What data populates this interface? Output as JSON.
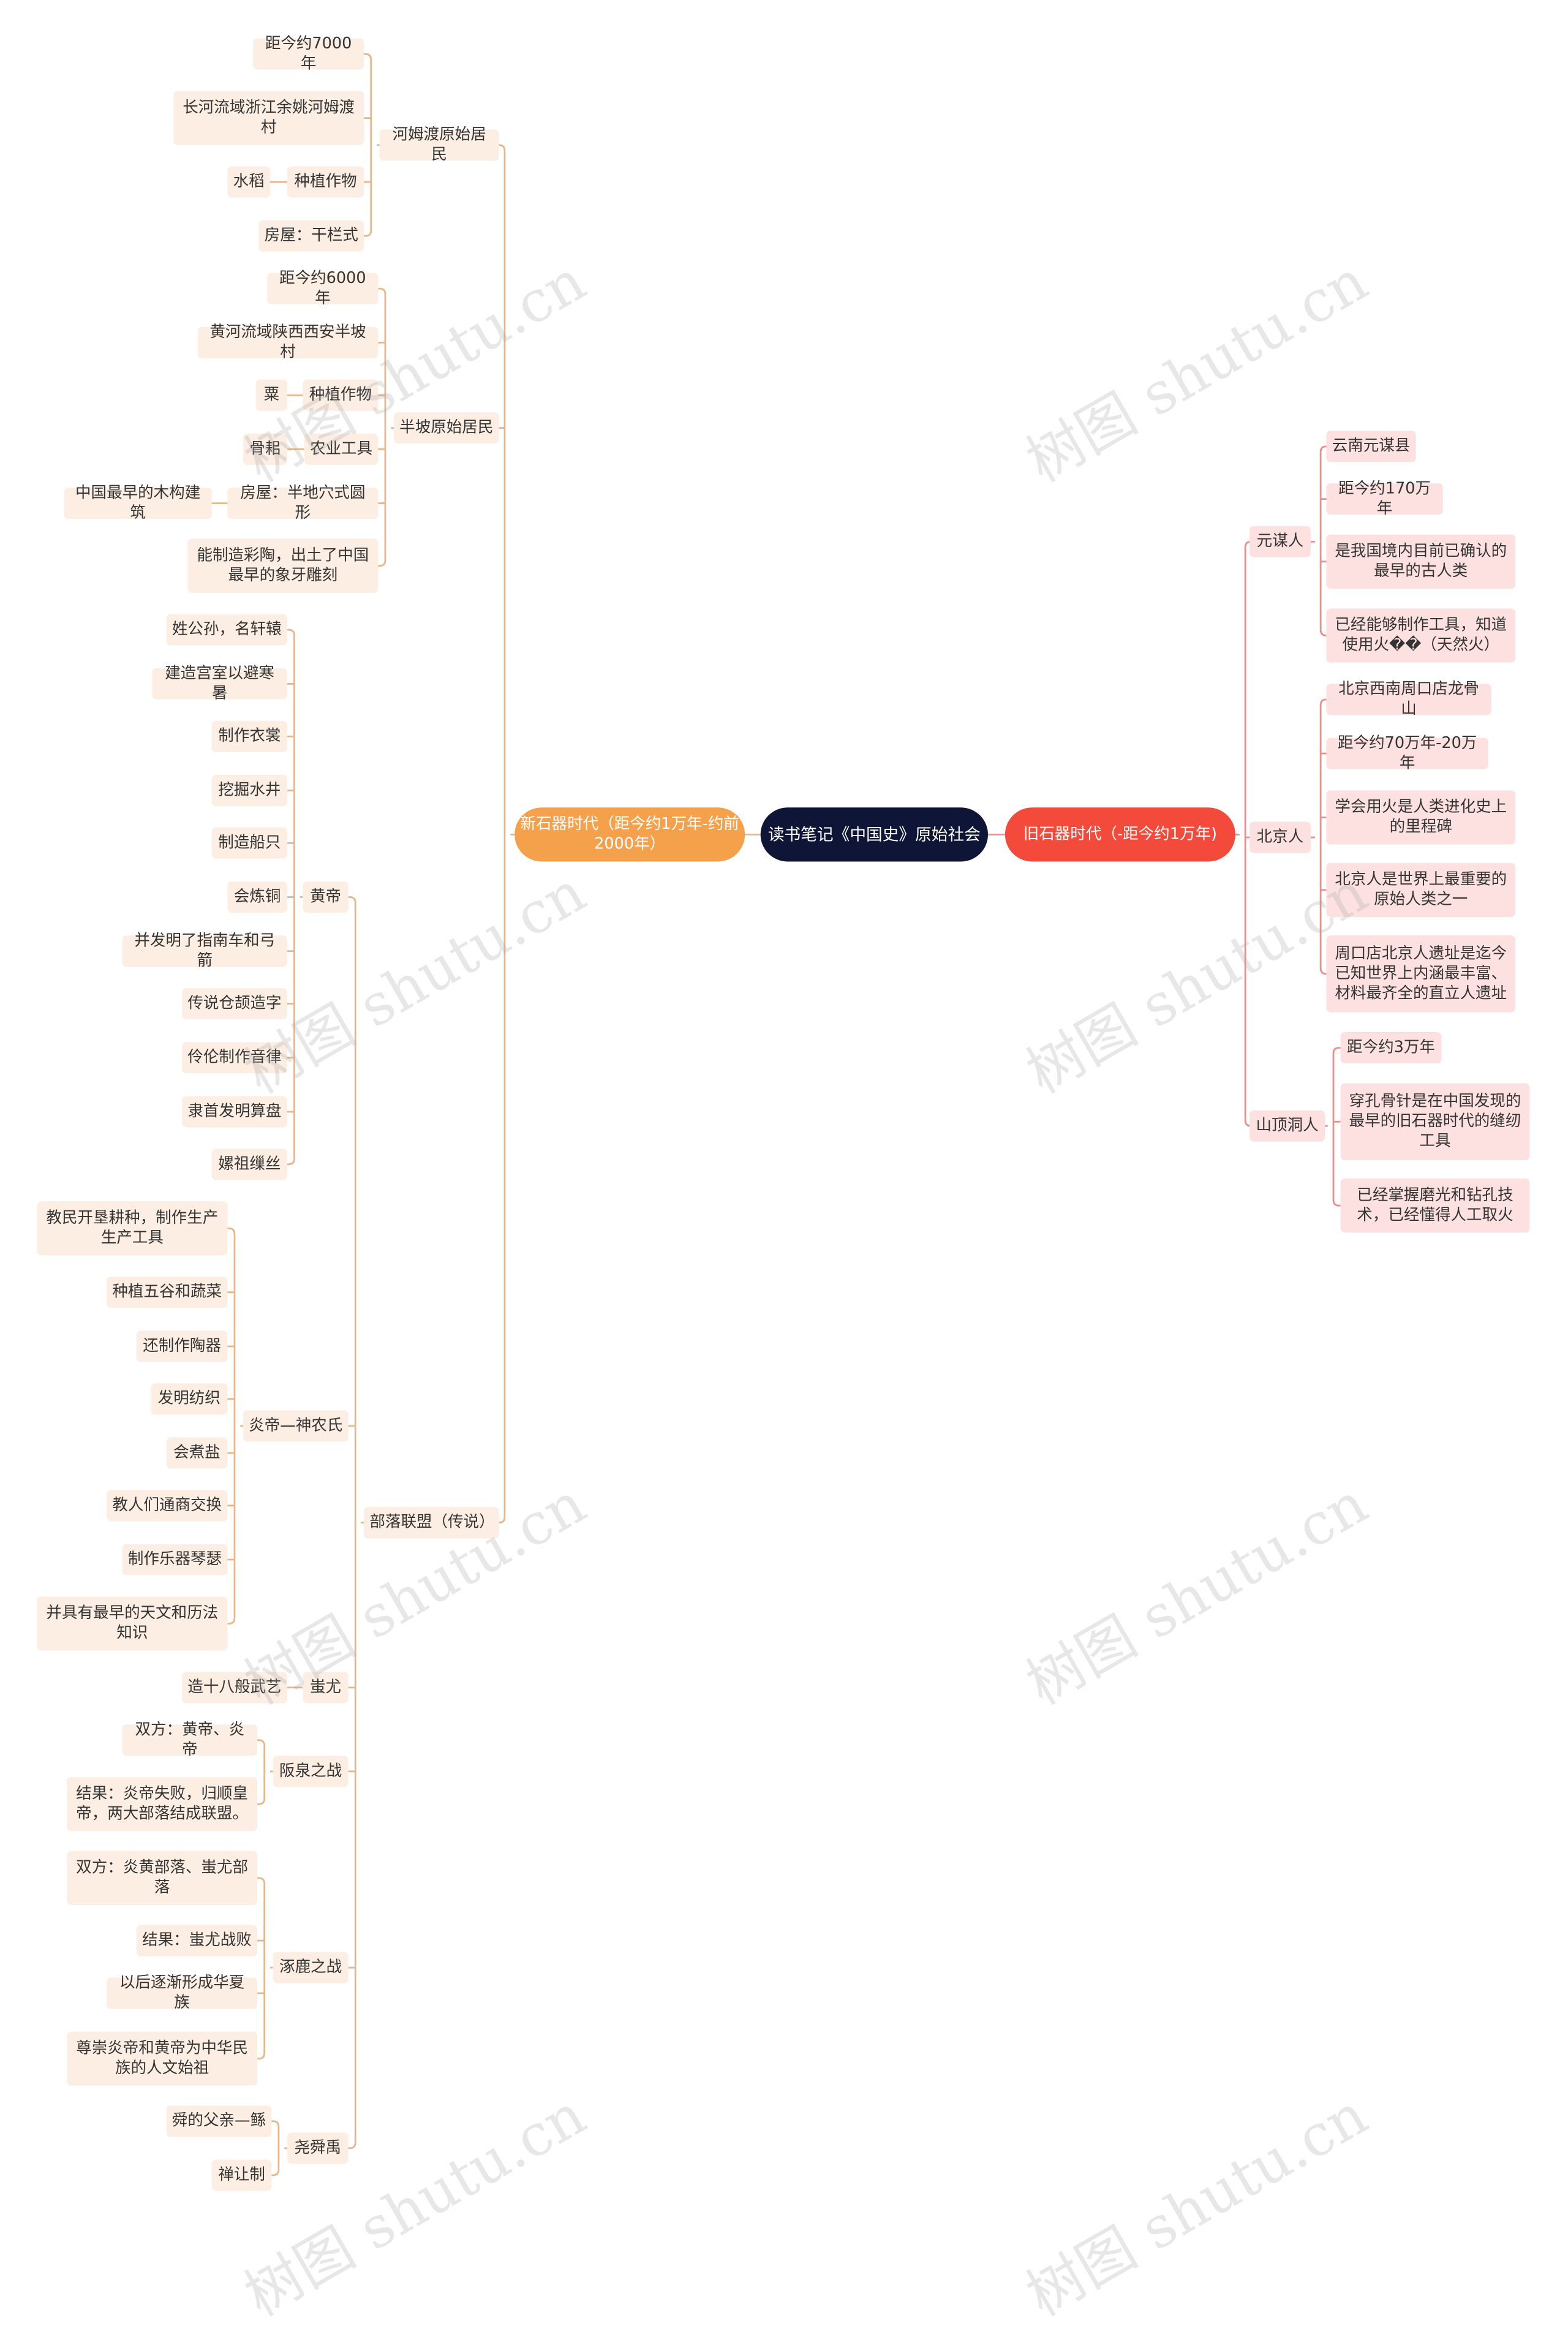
{
  "root": "读书笔记《中国史》原始社会",
  "colors": {
    "root": "#0f1536",
    "left_branch": "#f5a14b",
    "right_branch": "#f44a3b",
    "left_node": "#fdeee3",
    "right_node": "#fde1e1",
    "left_line": "#e8b68a",
    "right_line": "#ef8d8d"
  },
  "left_branch": {
    "label": "新石器时代（距今约1万年-约前2000年）",
    "hemudu": {
      "label": "河姆渡原始居民",
      "date": "距今约7000年",
      "place": "长河流域浙江余姚河姆渡村",
      "crop_label": "种植作物",
      "crop": "水稻",
      "house": "房屋：干栏式"
    },
    "banpo": {
      "label": "半坡原始居民",
      "date": "距今约6000年",
      "place": "黄河流域陕西西安半坡村",
      "crop_label": "种植作物",
      "crop": "粟",
      "tool_label": "农业工具",
      "tool": "骨耜",
      "house_label": "房屋：半地穴式圆形",
      "house": "中国最早的木构建筑",
      "pottery": "能制造彩陶，出土了中国最早的象牙雕刻"
    },
    "tribes": {
      "label": "部落联盟（传说）",
      "huangdi": {
        "label": "黄帝",
        "items": [
          "姓公孙，名轩辕",
          "建造宫室以避寒暑",
          "制作衣裳",
          "挖掘水井",
          "制造船只",
          "会炼铜",
          "并发明了指南车和弓箭",
          "传说仓颉造字",
          "伶伦制作音律",
          "隶首发明算盘",
          "嫘祖缫丝"
        ]
      },
      "yandi": {
        "label": "炎帝—神农氏",
        "items": [
          "教民开垦耕种，制作生产生产工具",
          "种植五谷和蔬菜",
          "还制作陶器",
          "发明纺织",
          "会煮盐",
          "教人们通商交换",
          "制作乐器琴瑟",
          "并具有最早的天文和历法知识"
        ]
      },
      "chiyou": {
        "label": "蚩尤",
        "item": "造十八般武艺"
      },
      "banquan": {
        "label": "阪泉之战",
        "items": [
          "双方：黄帝、炎帝",
          "结果：炎帝失败，归顺皇帝，两大部落结成联盟。"
        ]
      },
      "zhuolu": {
        "label": "涿鹿之战",
        "items": [
          "双方：炎黄部落、蚩尤部落",
          "结果：蚩尤战败",
          "以后逐渐形成华夏族",
          "尊崇炎帝和黄帝为中华民族的人文始祖"
        ]
      },
      "yaoshunyu": {
        "label": "尧舜禹",
        "items": [
          "舜的父亲—鲧",
          "禅让制"
        ]
      }
    }
  },
  "right_branch": {
    "label": "旧石器时代（-距今约1万年)",
    "yuanmou": {
      "label": "元谋人",
      "items": [
        "云南元谋县",
        "距今约170万年",
        "是我国境内目前已确认的最早的古人类",
        "已经能够制作工具，知道使用火��（天然火）"
      ]
    },
    "beijing": {
      "label": "北京人",
      "items": [
        "北京西南周口店龙骨山",
        "距今约70万年-20万年",
        "学会用火是人类进化史上的里程碑",
        "北京人是世界上最重要的原始人类之一",
        "周口店北京人遗址是迄今已知世界上内涵最丰富、材料最齐全的直立人遗址"
      ]
    },
    "shandingdong": {
      "label": "山顶洞人",
      "items": [
        "距今约3万年",
        "穿孔骨针是在中国发现的最早的旧石器时代的缝纫工具",
        "已经掌握磨光和钻孔技术，已经懂得人工取火"
      ]
    }
  },
  "watermark": "树图 shutu.cn"
}
